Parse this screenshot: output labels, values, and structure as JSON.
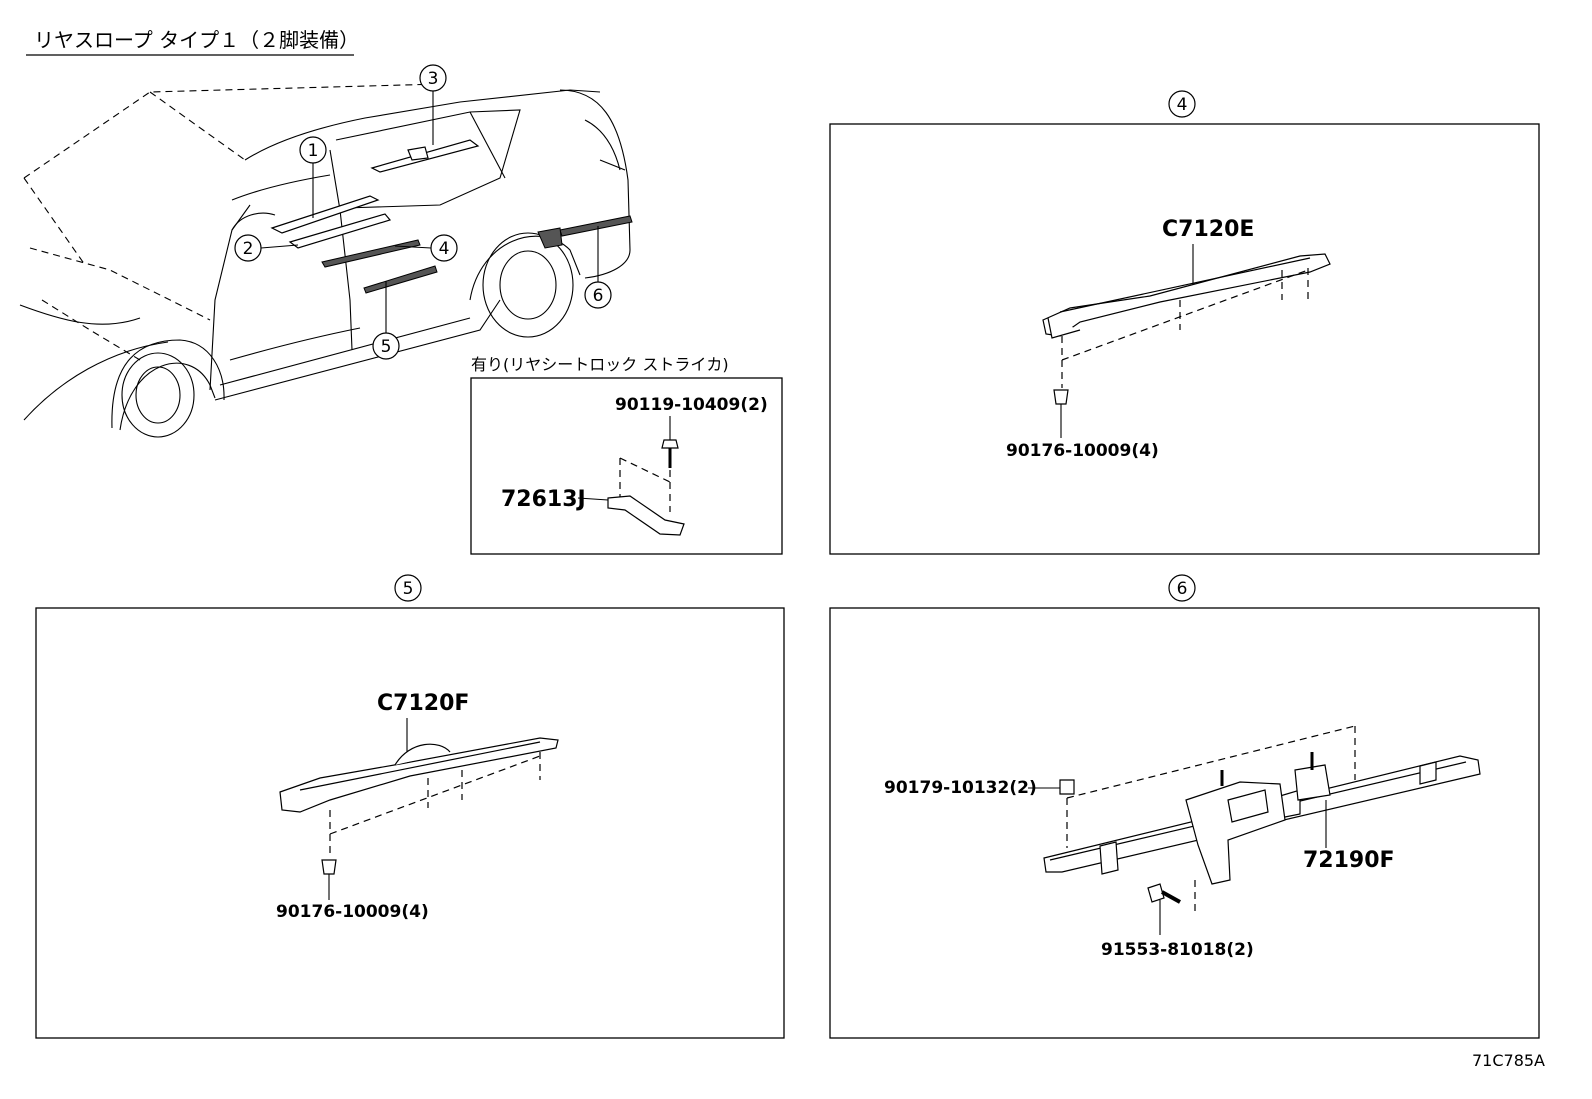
{
  "title": "リヤスロープ タイプ１（２脚装備）",
  "overview": {
    "callouts": [
      "1",
      "2",
      "3",
      "4",
      "5",
      "6"
    ]
  },
  "inset_striker": {
    "caption": "有り(リヤシートロック ストライカ)",
    "bolt": "90119-10409(2)",
    "bracket": "72613J"
  },
  "detail_4": {
    "marker": "4",
    "rail": "C7120E",
    "clip": "90176-10009(4)"
  },
  "detail_5": {
    "marker": "5",
    "rail": "C7120F",
    "clip": "90176-10009(4)"
  },
  "detail_6": {
    "marker": "6",
    "nut": "90179-10132(2)",
    "rail": "72190F",
    "bolt": "91553-81018(2)"
  },
  "diagram_code": "71C785A"
}
